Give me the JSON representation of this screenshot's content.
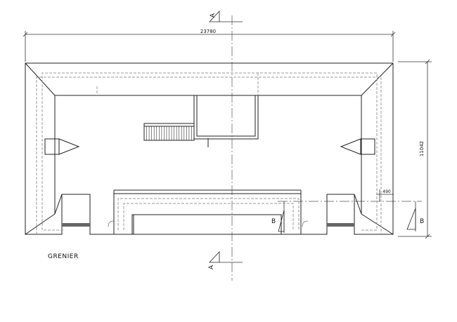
{
  "drawing": {
    "title": "GRENIER",
    "dimensions": {
      "overall_width": "23780",
      "overall_depth": "11042",
      "small_offset": "490"
    },
    "section_marks": {
      "a_top": "A",
      "a_bottom": "A",
      "b_left": "B",
      "b_right": "B"
    }
  }
}
